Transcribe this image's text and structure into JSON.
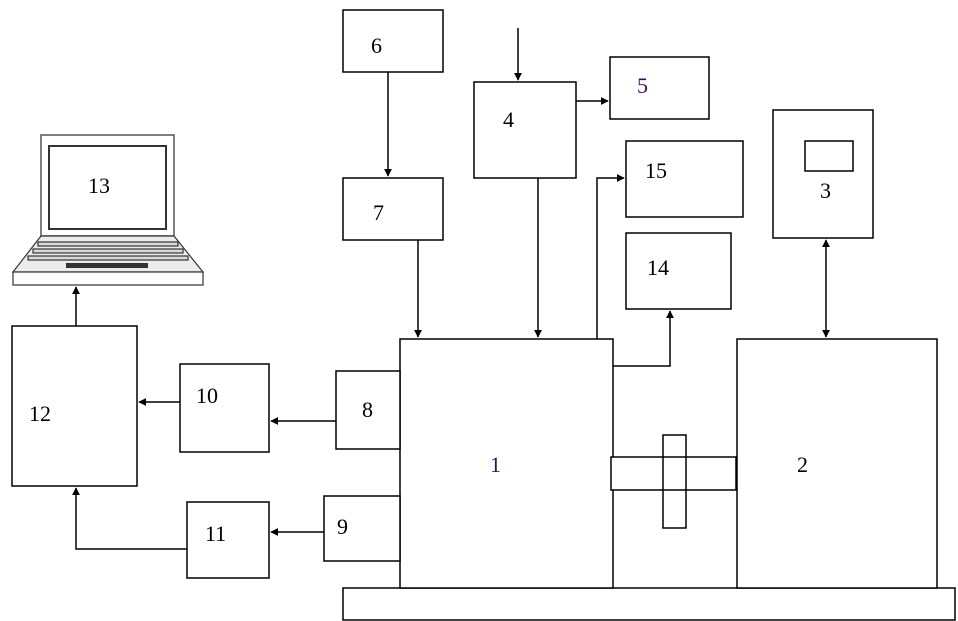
{
  "labels": {
    "b1": "1",
    "b2": "2",
    "b3": "3",
    "b4": "4",
    "b5": "5",
    "b6": "6",
    "b7": "7",
    "b8": "8",
    "b9": "9",
    "b10": "10",
    "b11": "11",
    "b12": "12",
    "b13": "13",
    "b14": "14",
    "b15": "15"
  }
}
